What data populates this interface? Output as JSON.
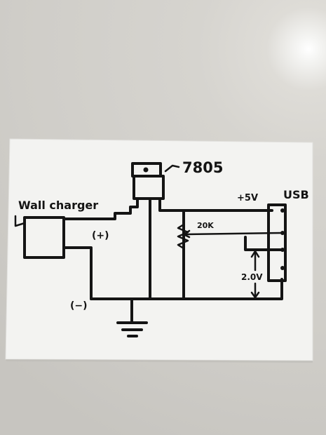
{
  "labels": {
    "regulator": "7805",
    "source": "Wall charger",
    "plus_terminal": "(+)",
    "minus_terminal": "(−)",
    "supply_voltage": "+5V",
    "connector": "USB",
    "resistor": "20K",
    "data_voltage": "2.0V"
  },
  "colors": {
    "paper": "#f4f4f2",
    "ink": "#141414",
    "background": "#d6d4cf"
  }
}
